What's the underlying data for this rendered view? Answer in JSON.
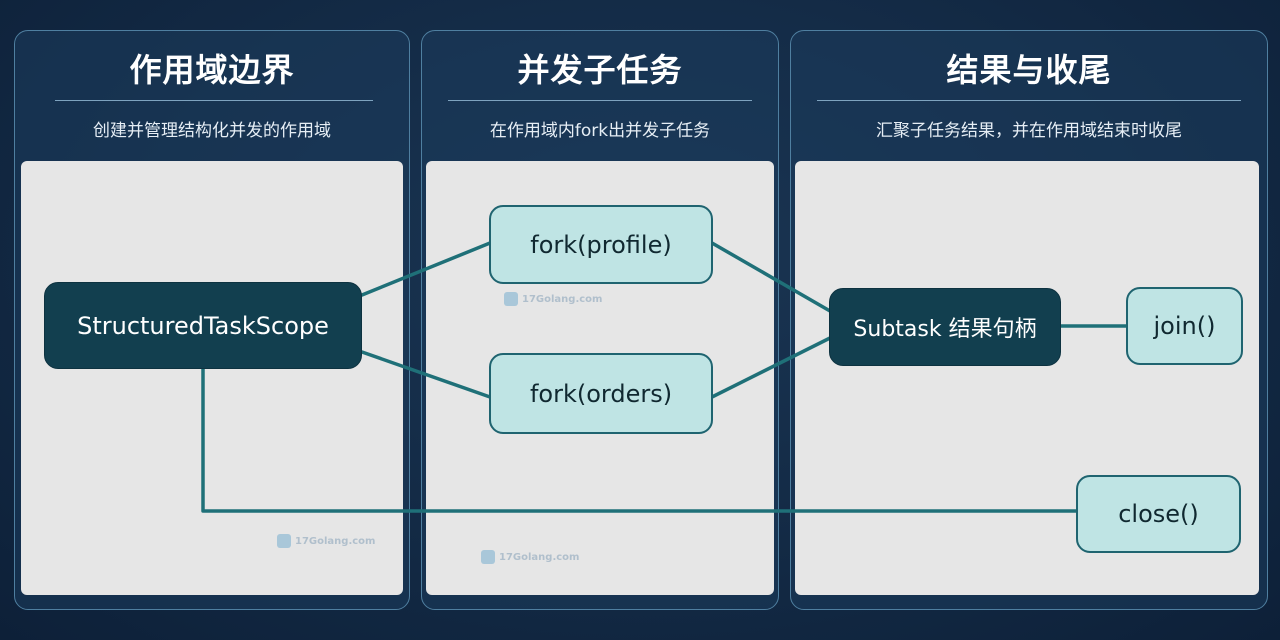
{
  "panels": [
    {
      "title": "作用域边界",
      "subtitle": "创建并管理结构化并发的作用域"
    },
    {
      "title": "并发子任务",
      "subtitle": "在作用域内fork出并发子任务"
    },
    {
      "title": "结果与收尾",
      "subtitle": "汇聚子任务结果，并在作用域结束时收尾"
    }
  ],
  "nodes": {
    "scope": "StructuredTaskScope",
    "fork_profile": "fork(profile)",
    "fork_orders": "fork(orders)",
    "subtask": "Subtask 结果句柄",
    "join": "join()",
    "close": "close()"
  },
  "watermark": "17Golang.com",
  "colors": {
    "background": "#132a45",
    "panel_border": "#4f7fa0",
    "canvas": "#e6e6e6",
    "dark_node": "#123f4f",
    "light_node": "#bfe4e4",
    "connector": "#1f7078"
  }
}
